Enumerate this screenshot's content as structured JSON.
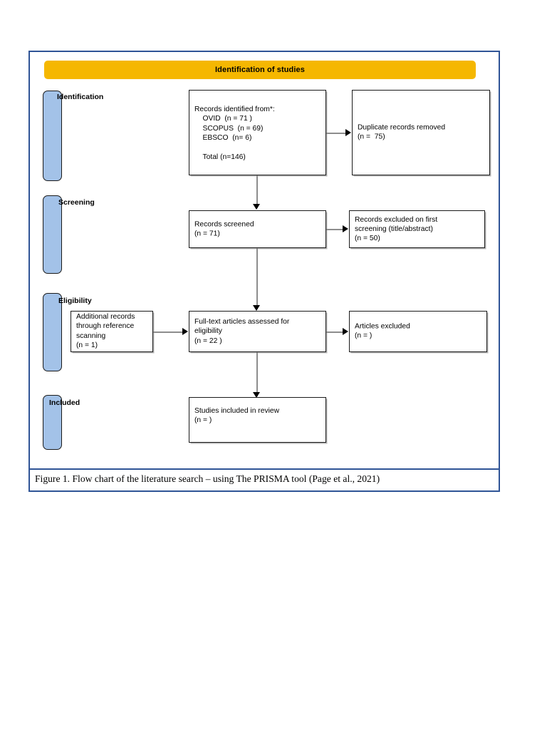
{
  "document": {
    "caption": "Figure 1. Flow chart of the literature search – using The PRISMA tool (Page et al., 2021)",
    "frame_border_color": "#2F5496"
  },
  "banner": {
    "title": "Identification of studies",
    "background_color": "#F5B700"
  },
  "stages": [
    {
      "id": "identification",
      "label": "Identification"
    },
    {
      "id": "screening",
      "label": "Screening"
    },
    {
      "id": "eligibility",
      "label": "Eligibility"
    },
    {
      "id": "included",
      "label": "Included"
    }
  ],
  "stage_bar_color": "#A3C2E8",
  "boxes": {
    "records_identified": "Records identified from*:\n    OVID  (n = 71 )\n    SCOPUS  (n = 69)\n    EBSCO  (n= 6)\n\n    Total (n=146)",
    "duplicates_removed": "Duplicate records removed\n(n =  75)",
    "records_screened": "Records screened\n(n = 71)",
    "records_excluded": "Records excluded on first\nscreening (title/abstract)\n(n = 50)",
    "additional_records": "Additional records\nthrough reference\nscanning\n(n = 1)",
    "fulltext_assessed": "Full-text articles assessed for\neligibility\n(n = 22 )",
    "articles_excluded": "Articles excluded\n(n = )",
    "studies_included": "Studies included in review\n(n = )"
  },
  "chart_data": {
    "type": "diagram",
    "title": "Identification of studies",
    "diagram_kind": "PRISMA flow chart",
    "stages": [
      "Identification",
      "Screening",
      "Eligibility",
      "Included"
    ],
    "nodes": [
      {
        "id": "records_identified",
        "stage": "Identification",
        "label": "Records identified from*",
        "sources": [
          {
            "name": "OVID",
            "n": 71
          },
          {
            "name": "SCOPUS",
            "n": 69
          },
          {
            "name": "EBSCO",
            "n": 6
          }
        ],
        "total": 146
      },
      {
        "id": "duplicates_removed",
        "stage": "Identification",
        "label": "Duplicate records removed",
        "n": 75
      },
      {
        "id": "records_screened",
        "stage": "Screening",
        "label": "Records screened",
        "n": 71
      },
      {
        "id": "records_excluded",
        "stage": "Screening",
        "label": "Records excluded on first screening (title/abstract)",
        "n": 50
      },
      {
        "id": "additional_records",
        "stage": "Eligibility",
        "label": "Additional records through reference scanning",
        "n": 1
      },
      {
        "id": "fulltext_assessed",
        "stage": "Eligibility",
        "label": "Full-text articles assessed for eligibility",
        "n": 22
      },
      {
        "id": "articles_excluded",
        "stage": "Eligibility",
        "label": "Articles excluded",
        "n": null
      },
      {
        "id": "studies_included",
        "stage": "Included",
        "label": "Studies included in review",
        "n": null
      }
    ],
    "edges": [
      {
        "from": "records_identified",
        "to": "duplicates_removed",
        "direction": "right"
      },
      {
        "from": "records_identified",
        "to": "records_screened",
        "direction": "down"
      },
      {
        "from": "records_screened",
        "to": "records_excluded",
        "direction": "right"
      },
      {
        "from": "records_screened",
        "to": "fulltext_assessed",
        "direction": "down"
      },
      {
        "from": "additional_records",
        "to": "fulltext_assessed",
        "direction": "right"
      },
      {
        "from": "fulltext_assessed",
        "to": "articles_excluded",
        "direction": "right"
      },
      {
        "from": "fulltext_assessed",
        "to": "studies_included",
        "direction": "down"
      }
    ]
  }
}
